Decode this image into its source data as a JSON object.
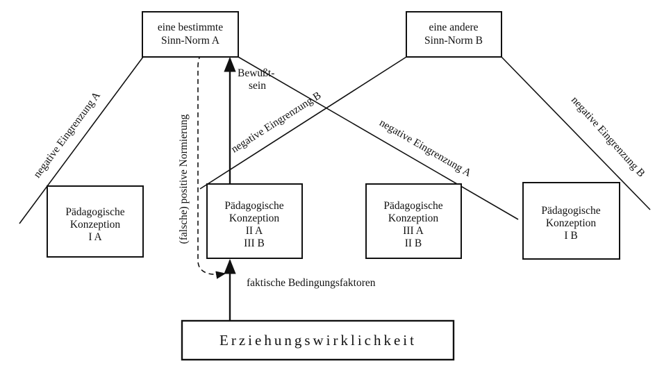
{
  "norm_a": {
    "line1": "eine bestimmte",
    "line2": "Sinn-Norm A"
  },
  "norm_b": {
    "line1": "eine andere",
    "line2": "Sinn-Norm B"
  },
  "konzeption_1a": {
    "line1": "Pädagogische",
    "line2": "Konzeption",
    "line3": "I A"
  },
  "konzeption_2a": {
    "line1": "Pädagogische",
    "line2": "Konzeption",
    "line3": "II A",
    "line4": "III B"
  },
  "konzeption_3a": {
    "line1": "Pädagogische",
    "line2": "Konzeption",
    "line3": "III A",
    "line4": "II B"
  },
  "konzeption_1b": {
    "line1": "Pädagogische",
    "line2": "Konzeption",
    "line3": "I B"
  },
  "reality": "Erziehungswirklichkeit",
  "labels": {
    "neg_a_left": "negative Eingrenzung A",
    "neg_a_right": "negative Eingrenzung A",
    "neg_b_left": "negative Eingrenzung B",
    "neg_b_right": "negative Eingrenzung B",
    "bewusst_1": "Bewußt-",
    "bewusst_2": "sein",
    "normierung": "(falsche) positive Normierung",
    "faktoren": "faktische Bedingungsfaktoren"
  }
}
